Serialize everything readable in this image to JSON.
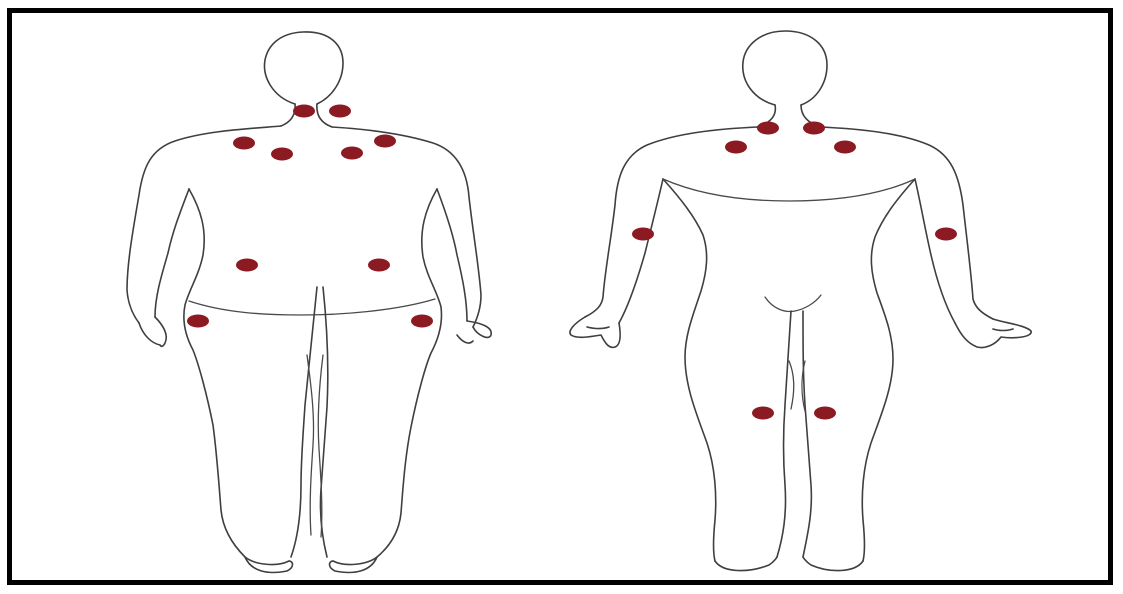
{
  "figure": {
    "views": [
      "back-view",
      "front-view"
    ],
    "point_color": "#8b1a22",
    "outline_color": "#3f3f3f",
    "frame_color": "#000000",
    "background_color": "#ffffff",
    "tender_points": {
      "back": [
        "occiput-left",
        "occiput-right",
        "trapezius-left",
        "trapezius-right",
        "supraspinatus-left",
        "supraspinatus-right",
        "gluteal-left",
        "gluteal-right",
        "greater-trochanter-left",
        "greater-trochanter-right"
      ],
      "front": [
        "low-cervical-left",
        "low-cervical-right",
        "second-rib-left",
        "second-rib-right",
        "lateral-epicondyle-left",
        "lateral-epicondyle-right",
        "knee-left",
        "knee-right"
      ]
    },
    "tender_point_count": 18
  }
}
